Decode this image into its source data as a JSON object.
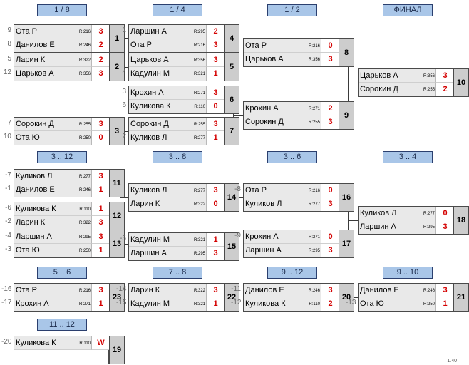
{
  "stages": [
    "1 / 8",
    "1 / 4",
    "1 / 2",
    "ФИНАЛ",
    "3 .. 12",
    "3 .. 8",
    "3 .. 6",
    "3 .. 4",
    "5 .. 6",
    "7 .. 8",
    "9 .. 12",
    "9 .. 10",
    "11 .. 12"
  ],
  "matches": [
    {
      "num": "1",
      "p1": {
        "name": "Ота Р",
        "rating": "R:216",
        "score": "3",
        "seed": "9"
      },
      "p2": {
        "name": "Данилов Е",
        "rating": "R:246",
        "score": "2",
        "seed": "8"
      }
    },
    {
      "num": "2",
      "p1": {
        "name": "Ларин К",
        "rating": "R:322",
        "score": "2",
        "seed": "5"
      },
      "p2": {
        "name": "Царьков А",
        "rating": "R:356",
        "score": "3",
        "seed": "12"
      }
    },
    {
      "num": "3",
      "p1": {
        "name": "Сорокин Д",
        "rating": "R:255",
        "score": "3",
        "seed": "7"
      },
      "p2": {
        "name": "Ота Ю",
        "rating": "R:250",
        "score": "0",
        "seed": "10"
      }
    },
    {
      "num": "4",
      "p1": {
        "name": "Ларшин А",
        "rating": "R:295",
        "score": "2",
        "seed": "1"
      },
      "p2": {
        "name": "Ота Р",
        "rating": "R:216",
        "score": "3",
        "seed": ""
      }
    },
    {
      "num": "5",
      "p1": {
        "name": "Царьков А",
        "rating": "R:356",
        "score": "3",
        "seed": ""
      },
      "p2": {
        "name": "Кадулин М",
        "rating": "R:321",
        "score": "1",
        "seed": "4"
      }
    },
    {
      "num": "6",
      "p1": {
        "name": "Крохин А",
        "rating": "R:271",
        "score": "3",
        "seed": "3"
      },
      "p2": {
        "name": "Куликова К",
        "rating": "R:110",
        "score": "0",
        "seed": "6"
      }
    },
    {
      "num": "7",
      "p1": {
        "name": "Сорокин Д",
        "rating": "R:255",
        "score": "3",
        "seed": ""
      },
      "p2": {
        "name": "Куликов Л",
        "rating": "R:277",
        "score": "1",
        "seed": "2"
      }
    },
    {
      "num": "8",
      "p1": {
        "name": "Ота Р",
        "rating": "R:216",
        "score": "0",
        "seed": ""
      },
      "p2": {
        "name": "Царьков А",
        "rating": "R:356",
        "score": "3",
        "seed": ""
      }
    },
    {
      "num": "9",
      "p1": {
        "name": "Крохин А",
        "rating": "R:271",
        "score": "2",
        "seed": ""
      },
      "p2": {
        "name": "Сорокин Д",
        "rating": "R:255",
        "score": "3",
        "seed": ""
      }
    },
    {
      "num": "10",
      "p1": {
        "name": "Царьков А",
        "rating": "R:356",
        "score": "3",
        "seed": ""
      },
      "p2": {
        "name": "Сорокин Д",
        "rating": "R:255",
        "score": "2",
        "seed": ""
      }
    },
    {
      "num": "11",
      "p1": {
        "name": "Куликов Л",
        "rating": "R:277",
        "score": "3",
        "seed": "-7"
      },
      "p2": {
        "name": "Данилов Е",
        "rating": "R:246",
        "score": "1",
        "seed": "-1"
      }
    },
    {
      "num": "12",
      "p1": {
        "name": "Куликова К",
        "rating": "R:110",
        "score": "1",
        "seed": "-6"
      },
      "p2": {
        "name": "Ларин К",
        "rating": "R:322",
        "score": "3",
        "seed": "-2"
      }
    },
    {
      "num": "13",
      "p1": {
        "name": "Ларшин А",
        "rating": "R:295",
        "score": "3",
        "seed": "-4"
      },
      "p2": {
        "name": "Ота Ю",
        "rating": "R:250",
        "score": "1",
        "seed": "-3"
      }
    },
    {
      "num": "14",
      "p1": {
        "name": "Куликов Л",
        "rating": "R:277",
        "score": "3",
        "seed": ""
      },
      "p2": {
        "name": "Ларин К",
        "rating": "R:322",
        "score": "0",
        "seed": ""
      }
    },
    {
      "num": "15",
      "p1": {
        "name": "Кадулин М",
        "rating": "R:321",
        "score": "1",
        "seed": "-5"
      },
      "p2": {
        "name": "Ларшин А",
        "rating": "R:295",
        "score": "3",
        "seed": ""
      }
    },
    {
      "num": "16",
      "p1": {
        "name": "Ота Р",
        "rating": "R:216",
        "score": "0",
        "seed": "-8"
      },
      "p2": {
        "name": "Куликов Л",
        "rating": "R:277",
        "score": "3",
        "seed": ""
      }
    },
    {
      "num": "17",
      "p1": {
        "name": "Крохин А",
        "rating": "R:271",
        "score": "0",
        "seed": "-9"
      },
      "p2": {
        "name": "Ларшин А",
        "rating": "R:295",
        "score": "3",
        "seed": ""
      }
    },
    {
      "num": "18",
      "p1": {
        "name": "Куликов Л",
        "rating": "R:277",
        "score": "0",
        "seed": ""
      },
      "p2": {
        "name": "Ларшин А",
        "rating": "R:295",
        "score": "3",
        "seed": ""
      }
    },
    {
      "num": "23",
      "p1": {
        "name": "Ота Р",
        "rating": "R:216",
        "score": "3",
        "seed": "-16"
      },
      "p2": {
        "name": "Крохин А",
        "rating": "R:271",
        "score": "1",
        "seed": "-17"
      }
    },
    {
      "num": "22",
      "p1": {
        "name": "Ларин К",
        "rating": "R:322",
        "score": "3",
        "seed": "-14"
      },
      "p2": {
        "name": "Кадулин М",
        "rating": "R:321",
        "score": "1",
        "seed": "-15"
      }
    },
    {
      "num": "20",
      "p1": {
        "name": "Данилов Е",
        "rating": "R:246",
        "score": "3",
        "seed": "-11"
      },
      "p2": {
        "name": "Куликова К",
        "rating": "R:110",
        "score": "2",
        "seed": "-12"
      }
    },
    {
      "num": "21",
      "p1": {
        "name": "Данилов Е",
        "rating": "R:246",
        "score": "3",
        "seed": ""
      },
      "p2": {
        "name": "Ота Ю",
        "rating": "R:250",
        "score": "1",
        "seed": "-13"
      }
    },
    {
      "num": "19",
      "p1": {
        "name": "Куликова К",
        "rating": "R:110",
        "score": "W",
        "seed": "-20"
      }
    }
  ],
  "version": "1.40"
}
